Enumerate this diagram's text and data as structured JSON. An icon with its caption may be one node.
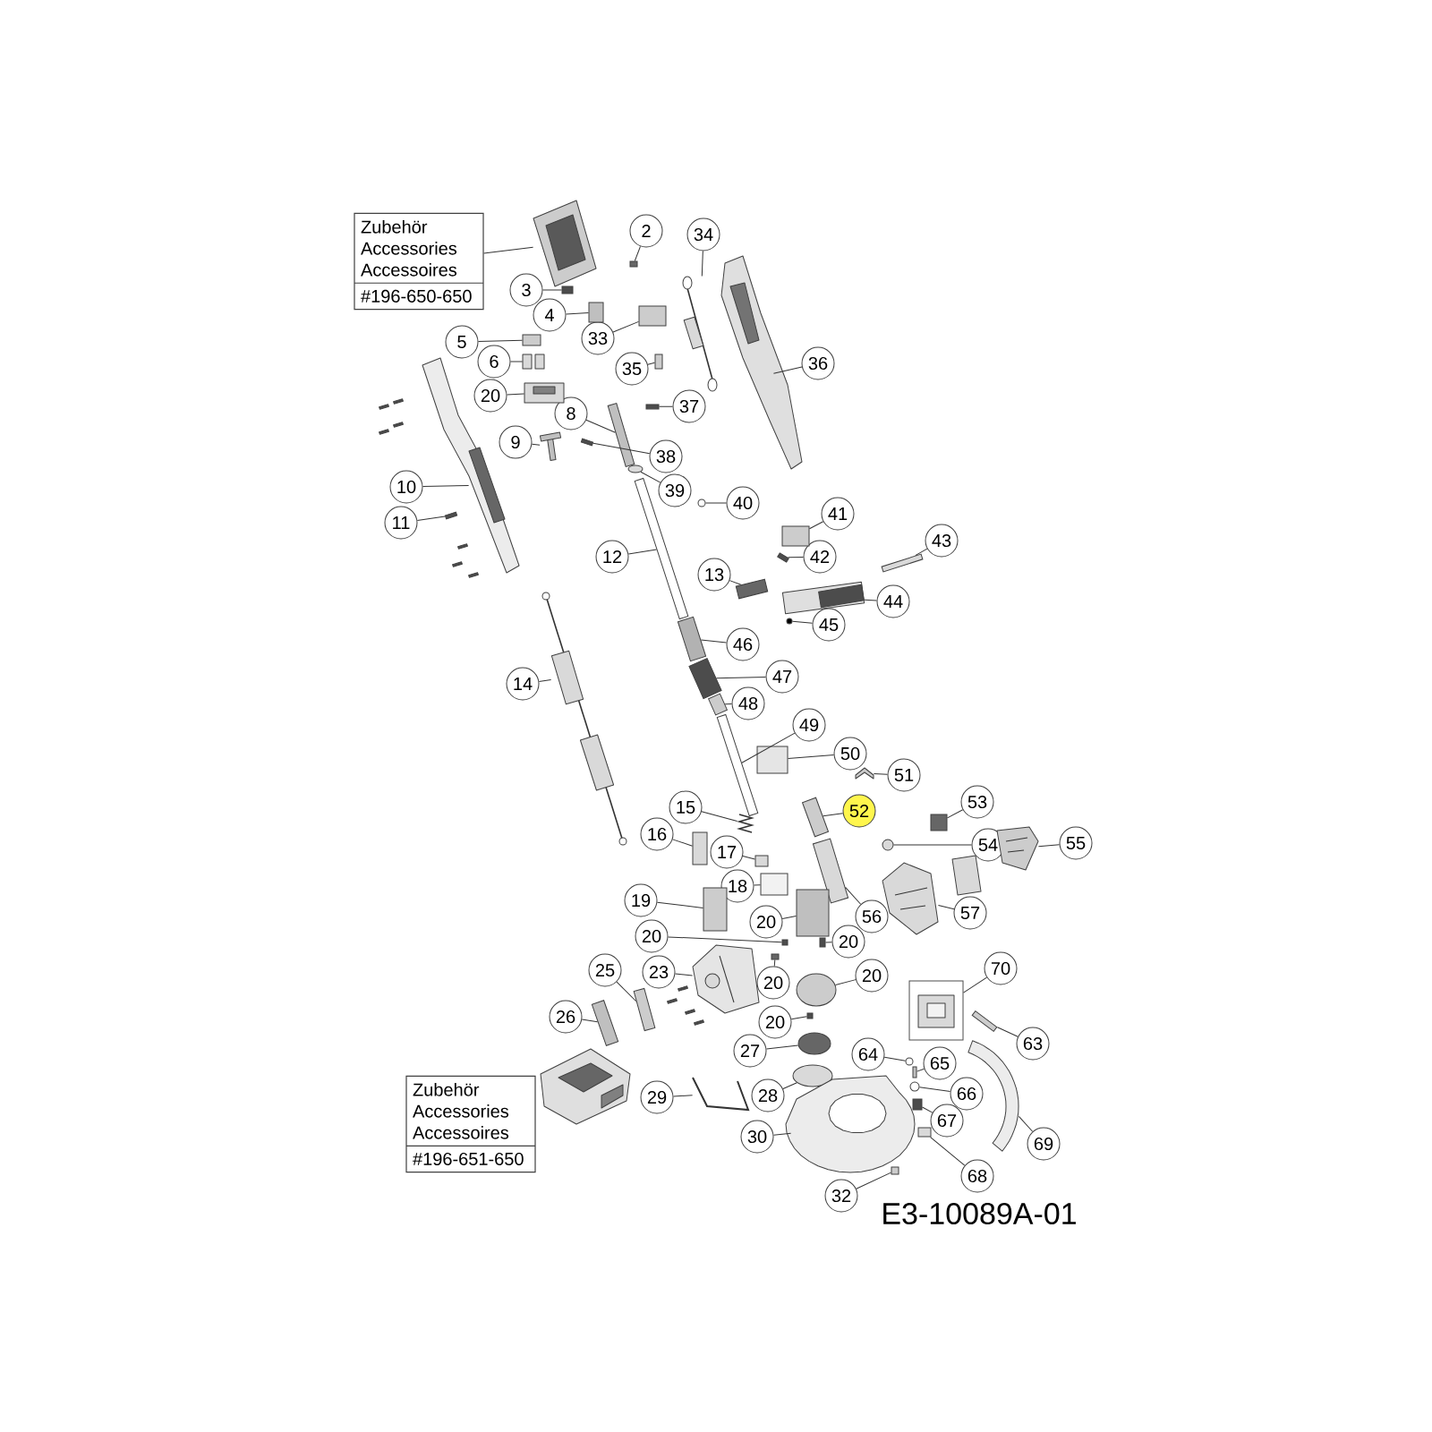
{
  "diagram": {
    "nodes": [
      {
        "text": [
          "Zubehör Accessories Accessoires",
          "#196-650-650"
        ]
      },
      {
        "text": [
          "2"
        ]
      },
      {
        "text": [
          "34"
        ]
      },
      {
        "text": [
          "3"
        ]
      },
      {
        "text": [
          "4"
        ]
      },
      {
        "text": [
          "36"
        ]
      },
      {
        "text": [
          "33"
        ]
      },
      {
        "text": [
          "5"
        ]
      },
      {
        "text": [
          "6"
        ]
      },
      {
        "text": [
          "35"
        ]
      },
      {
        "text": [
          "20"
        ]
      },
      {
        "text": [
          "37"
        ]
      },
      {
        "text": [
          "8"
        ]
      },
      {
        "text": [
          "9"
        ]
      },
      {
        "text": [
          "38"
        ]
      },
      {
        "text": [
          "10"
        ]
      },
      {
        "text": [
          "39"
        ]
      },
      {
        "text": [
          "40"
        ]
      },
      {
        "text": [
          "41"
        ]
      },
      {
        "text": [
          "11"
        ]
      },
      {
        "text": [
          "12"
        ]
      },
      {
        "text": [
          "42"
        ]
      },
      {
        "text": [
          "43"
        ]
      },
      {
        "text": [
          "13"
        ]
      },
      {
        "text": [
          "44"
        ]
      },
      {
        "text": [
          "45"
        ]
      },
      {
        "text": [
          "46"
        ]
      },
      {
        "text": [
          "47"
        ]
      },
      {
        "text": [
          "14"
        ]
      },
      {
        "text": [
          "48"
        ]
      },
      {
        "text": [
          "49"
        ]
      },
      {
        "text": [
          "50"
        ]
      },
      {
        "text": [
          "51"
        ]
      },
      {
        "text": [
          "15"
        ]
      },
      {
        "text": [
          "52"
        ]
      },
      {
        "text": [
          "53"
        ]
      },
      {
        "text": [
          "16"
        ]
      },
      {
        "text": [
          "17"
        ]
      },
      {
        "text": [
          "54"
        ]
      },
      {
        "text": [
          "55"
        ]
      },
      {
        "text": [
          "18"
        ]
      },
      {
        "text": [
          "19"
        ]
      },
      {
        "text": [
          "56"
        ]
      },
      {
        "text": [
          "57"
        ]
      },
      {
        "text": [
          "20"
        ]
      },
      {
        "text": [
          "20"
        ]
      },
      {
        "text": [
          "20"
        ]
      },
      {
        "text": [
          "23"
        ]
      },
      {
        "text": [
          "25"
        ]
      },
      {
        "text": [
          "20"
        ]
      },
      {
        "text": [
          "20"
        ]
      },
      {
        "text": [
          "70"
        ]
      },
      {
        "text": [],
        "shape": "box"
      },
      {
        "text": [
          "26"
        ]
      },
      {
        "text": [
          "20"
        ]
      },
      {
        "text": [
          "63"
        ]
      },
      {
        "text": [
          "27"
        ]
      },
      {
        "text": [
          "64"
        ]
      },
      {
        "text": [
          "65"
        ]
      },
      {
        "text": [
          "28"
        ]
      },
      {
        "text": [
          "29"
        ]
      },
      {
        "text": [
          "66"
        ]
      },
      {
        "text": [
          "Zubehör Accessories Accessoires",
          "#196-651-650"
        ]
      },
      {
        "text": [
          "30"
        ]
      },
      {
        "text": [
          "67"
        ]
      },
      {
        "text": [
          "69"
        ]
      },
      {
        "text": [
          "68"
        ]
      },
      {
        "text": [
          "32"
        ]
      },
      {
        "text": [],
        "shape": "picture"
      },
      {
        "text": [],
        "shape": "box"
      },
      {
        "text": [],
        "shape": "picture"
      },
      {
        "text": [],
        "shape": "box"
      },
      {
        "text": [],
        "shape": "box"
      },
      {
        "text": [],
        "shape": "picture"
      },
      {
        "text": [],
        "shape": "box"
      },
      {
        "text": [],
        "shape": "box"
      },
      {
        "text": [],
        "shape": "picture"
      },
      {
        "text": [],
        "shape": "box"
      },
      {
        "text": [],
        "shape": "picture"
      },
      {
        "text": [],
        "shape": "box"
      },
      {
        "text": [],
        "shape": "box"
      },
      {
        "text": [],
        "shape": "picture"
      },
      {
        "text": [],
        "shape": "box"
      },
      {
        "text": [],
        "shape": "picture"
      },
      {
        "text": [],
        "shape": "circle"
      },
      {
        "text": [],
        "shape": "circle"
      },
      {
        "text": [],
        "shape": "box"
      },
      {
        "text": [],
        "shape": "box"
      },
      {
        "text": [],
        "shape": "box"
      },
      {
        "text": [],
        "shape": "box"
      },
      {
        "text": [],
        "shape": "box"
      },
      {
        "text": [],
        "shape": "box"
      },
      {
        "text": [],
        "shape": "picture"
      },
      {
        "text": [],
        "shape": "circle"
      },
      {
        "text": [],
        "shape": "box"
      },
      {
        "text": [],
        "shape": "box"
      },
      {
        "text": [],
        "shape": "picture"
      },
      {
        "text": [],
        "shape": "box"
      },
      {
        "text": [],
        "shape": "box"
      },
      {
        "text": [],
        "shape": "box"
      },
      {
        "text": [],
        "shape": "picture"
      },
      {
        "text": [],
        "shape": "picture"
      },
      {
        "text": [],
        "shape": "box"
      },
      {
        "text": [],
        "shape": "box"
      },
      {
        "text": [],
        "shape": "box"
      },
      {
        "text": [],
        "shape": "box"
      },
      {
        "text": [],
        "shape": "circle"
      },
      {
        "text": [],
        "shape": "picture"
      },
      {
        "text": [],
        "shape": "box"
      },
      {
        "text": [],
        "shape": "box"
      },
      {
        "text": [],
        "shape": "box"
      },
      {
        "text": [],
        "shape": "picture"
      },
      {
        "text": [],
        "shape": "box"
      },
      {
        "text": [],
        "shape": "box"
      },
      {
        "text": [],
        "shape": "box"
      },
      {
        "text": [],
        "shape": "picture"
      },
      {
        "text": [],
        "shape": "box"
      },
      {
        "text": [],
        "shape": "box"
      },
      {
        "text": [],
        "shape": "circle"
      },
      {
        "text": [],
        "shape": "box"
      },
      {
        "text": [],
        "shape": "box"
      },
      {
        "text": [],
        "shape": "box"
      },
      {
        "text": [],
        "shape": "circle"
      },
      {
        "text": [],
        "shape": "circle"
      },
      {
        "text": [],
        "shape": "box"
      },
      {
        "text": [],
        "shape": "circle"
      },
      {
        "text": [],
        "shape": "picture"
      },
      {
        "text": [],
        "shape": "circle"
      },
      {
        "text": [],
        "shape": "picture"
      },
      {
        "text": [],
        "shape": "box"
      },
      {
        "text": [],
        "shape": "picture"
      },
      {
        "text": [],
        "shape": "box"
      },
      {
        "text": [],
        "shape": "box"
      }
    ],
    "edges": [
      {
        "from": 0,
        "to": 68,
        "arrow": "none"
      },
      {
        "from": 1,
        "to": 69,
        "arrow": "none"
      },
      {
        "from": 2,
        "to": 70,
        "arrow": "none"
      },
      {
        "from": 3,
        "to": 71,
        "arrow": "none"
      },
      {
        "from": 4,
        "to": 72,
        "arrow": "none"
      },
      {
        "from": 5,
        "to": 73,
        "arrow": "none"
      },
      {
        "from": 6,
        "to": 74,
        "arrow": "none"
      },
      {
        "from": 7,
        "to": 75,
        "arrow": "none"
      },
      {
        "from": 8,
        "to": 76,
        "arrow": "none"
      },
      {
        "from": 9,
        "to": 77,
        "arrow": "none"
      },
      {
        "from": 10,
        "to": 78,
        "arrow": "none"
      },
      {
        "from": 11,
        "to": 79,
        "arrow": "none"
      },
      {
        "from": 12,
        "to": 80,
        "arrow": "none"
      },
      {
        "from": 13,
        "to": 81,
        "arrow": "none"
      },
      {
        "from": 14,
        "to": 82,
        "arrow": "none"
      },
      {
        "from": 15,
        "to": 83,
        "arrow": "none"
      },
      {
        "from": 16,
        "to": 84,
        "arrow": "none"
      },
      {
        "from": 17,
        "to": 85,
        "arrow": "none"
      },
      {
        "from": 18,
        "to": 86,
        "arrow": "none"
      },
      {
        "from": 19,
        "to": 87,
        "arrow": "none"
      },
      {
        "from": 20,
        "to": 88,
        "arrow": "none"
      },
      {
        "from": 21,
        "to": 89,
        "arrow": "none"
      },
      {
        "from": 22,
        "to": 90,
        "arrow": "none"
      },
      {
        "from": 23,
        "to": 91,
        "arrow": "none"
      },
      {
        "from": 24,
        "to": 92,
        "arrow": "none"
      },
      {
        "from": 25,
        "to": 93,
        "arrow": "none"
      },
      {
        "from": 26,
        "to": 94,
        "arrow": "none"
      },
      {
        "from": 27,
        "to": 95,
        "arrow": "none"
      },
      {
        "from": 28,
        "to": 96,
        "arrow": "none"
      },
      {
        "from": 29,
        "to": 97,
        "arrow": "none"
      },
      {
        "from": 30,
        "to": 98,
        "arrow": "none"
      },
      {
        "from": 31,
        "to": 99,
        "arrow": "none"
      },
      {
        "from": 32,
        "to": 100,
        "arrow": "none"
      },
      {
        "from": 33,
        "to": 101,
        "arrow": "none"
      },
      {
        "from": 34,
        "to": 102,
        "arrow": "none"
      },
      {
        "from": 35,
        "to": 103,
        "arrow": "none"
      },
      {
        "from": 36,
        "to": 104,
        "arrow": "none"
      },
      {
        "from": 37,
        "to": 105,
        "arrow": "none"
      },
      {
        "from": 38,
        "to": 106,
        "arrow": "none"
      },
      {
        "from": 39,
        "to": 107,
        "arrow": "none"
      },
      {
        "from": 40,
        "to": 108,
        "arrow": "none"
      },
      {
        "from": 41,
        "to": 109,
        "arrow": "none"
      },
      {
        "from": 42,
        "to": 110,
        "arrow": "none"
      },
      {
        "from": 43,
        "to": 111,
        "arrow": "none"
      },
      {
        "from": 44,
        "to": 112,
        "arrow": "none"
      },
      {
        "from": 45,
        "to": 113,
        "arrow": "none"
      },
      {
        "from": 46,
        "to": 114,
        "arrow": "none"
      },
      {
        "from": 47,
        "to": 115,
        "arrow": "none"
      },
      {
        "from": 48,
        "to": 116,
        "arrow": "none"
      },
      {
        "from": 49,
        "to": 117,
        "arrow": "none"
      },
      {
        "from": 50,
        "to": 118,
        "arrow": "none"
      },
      {
        "from": 51,
        "to": 52,
        "arrow": "none"
      },
      {
        "from": 53,
        "to": 119,
        "arrow": "none"
      },
      {
        "from": 54,
        "to": 120,
        "arrow": "none"
      },
      {
        "from": 55,
        "to": 121,
        "arrow": "none"
      },
      {
        "from": 56,
        "to": 122,
        "arrow": "none"
      },
      {
        "from": 57,
        "to": 123,
        "arrow": "none"
      },
      {
        "from": 58,
        "to": 124,
        "arrow": "none"
      },
      {
        "from": 59,
        "to": 125,
        "arrow": "none"
      },
      {
        "from": 60,
        "to": 126,
        "arrow": "none"
      },
      {
        "from": 61,
        "to": 127,
        "arrow": "none"
      },
      {
        "from": 63,
        "to": 128,
        "arrow": "none"
      },
      {
        "from": 64,
        "to": 129,
        "arrow": "none"
      },
      {
        "from": 65,
        "to": 130,
        "arrow": "none"
      },
      {
        "from": 66,
        "to": 131,
        "arrow": "none"
      },
      {
        "from": 67,
        "to": 132,
        "arrow": "none"
      }
    ],
    "labels": [
      "E3-10089A-01"
    ]
  }
}
